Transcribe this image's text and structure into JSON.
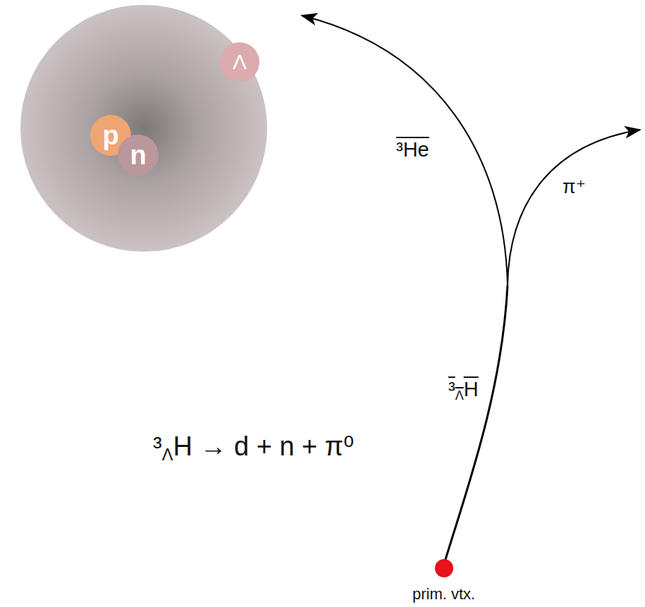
{
  "diagram": {
    "nodes": [
      {
        "text": [
          "Λ"
        ]
      },
      {
        "text": [
          "p"
        ]
      },
      {
        "text": [
          "n"
        ]
      }
    ],
    "labels": [
      "³ΛH → d + n + π⁰",
      "³He",
      "π⁺",
      "³ΛH",
      "prim. vtx."
    ]
  }
}
